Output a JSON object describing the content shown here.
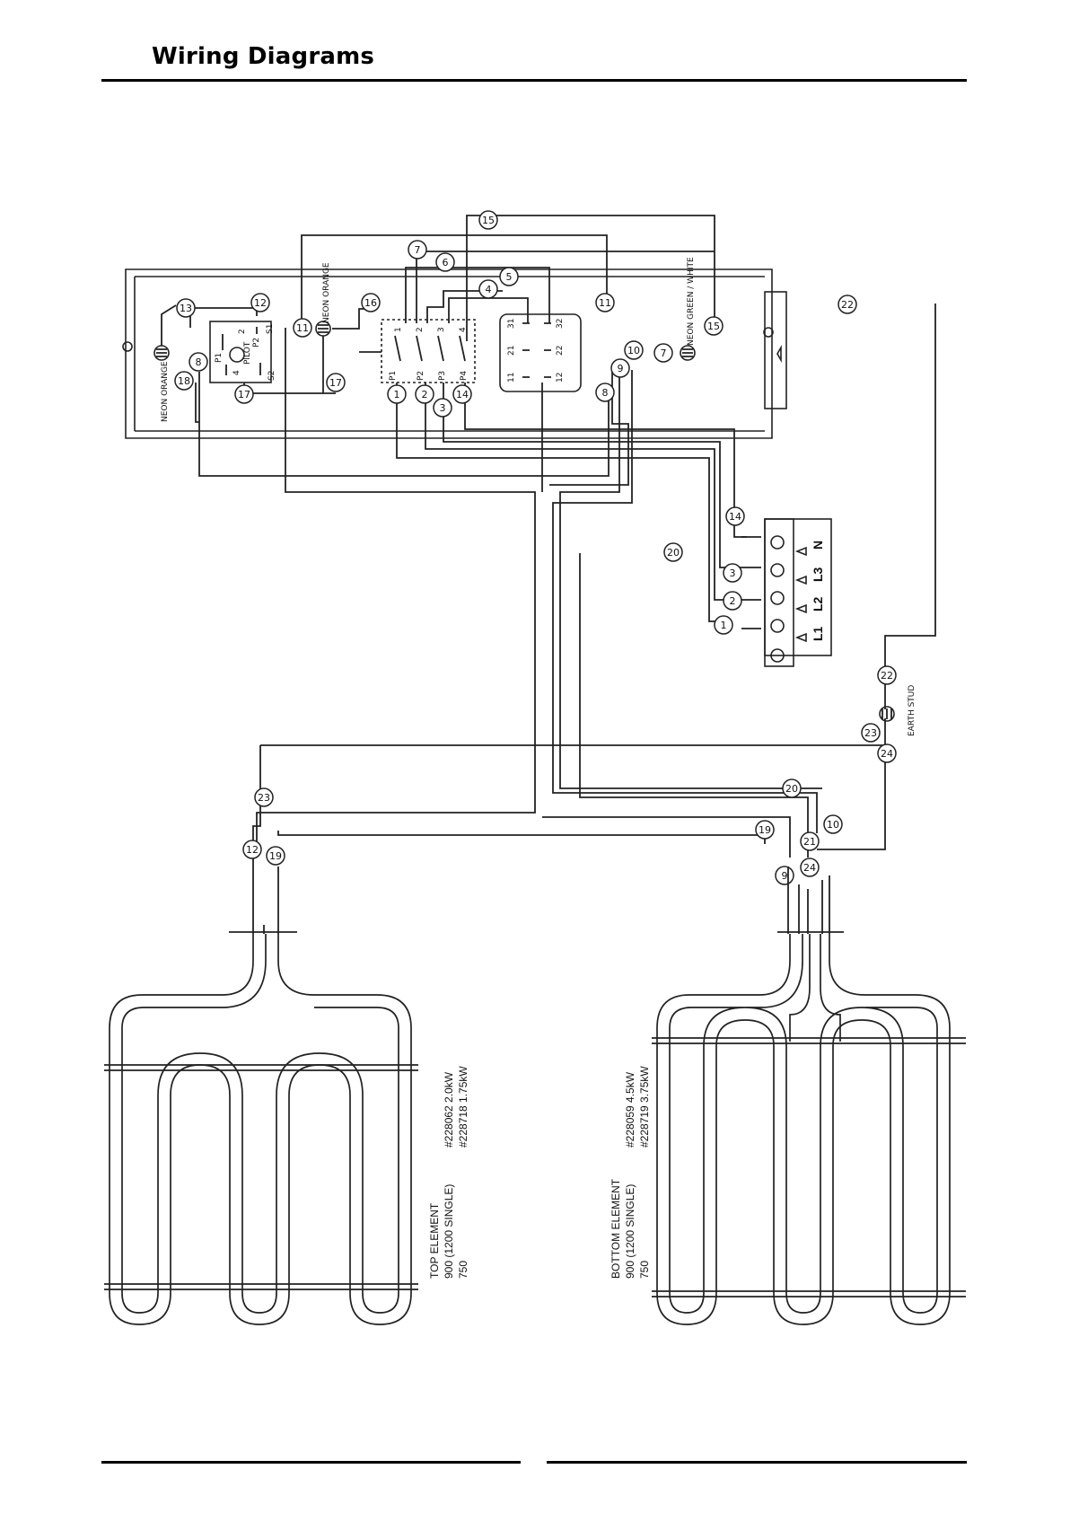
{
  "header": {
    "title": "Wiring Diagrams"
  },
  "components": {
    "neon_left_label": "NEON ORANGE",
    "neon_mid_label": "NEON ORANGE",
    "neon_right_label": "NEON GREEN / WHITE",
    "pilot_label": "PILOT",
    "pilot_p1": "P1",
    "pilot_p2": "P2",
    "pilot_t1": "2",
    "pilot_t2": "4",
    "pilot_s1": "S1",
    "pilot_s2": "S2",
    "switch_inputs": [
      "P1",
      "P2",
      "P3",
      "P4"
    ],
    "switch_outputs": [
      "1",
      "2",
      "3",
      "4"
    ],
    "contact_row_1": [
      "11",
      "21",
      "31"
    ],
    "contact_row_2": [
      "12",
      "22",
      "32"
    ],
    "earth_stud_label": "EARTH STUD"
  },
  "terminal_block": {
    "labels": [
      "L1",
      "L2",
      "L3",
      "N"
    ]
  },
  "wires": [
    "1",
    "2",
    "3",
    "4",
    "5",
    "6",
    "7",
    "8",
    "9",
    "10",
    "11",
    "12",
    "13",
    "14",
    "15",
    "16",
    "17",
    "18",
    "19",
    "20",
    "21",
    "22",
    "23",
    "24"
  ],
  "top_element": {
    "title": "TOP ELEMENT",
    "lines": [
      "900 (1200 SINGLE)",
      "750"
    ],
    "part_lines": [
      "#228062 2.0kW",
      "#228718 1.75kW"
    ]
  },
  "bottom_element": {
    "title": "BOTTOM ELEMENT",
    "lines": [
      "900 (1200 SINGLE)",
      "750"
    ],
    "part_lines": [
      "#228059 4.5kW",
      "#228719 3.75kW"
    ]
  }
}
